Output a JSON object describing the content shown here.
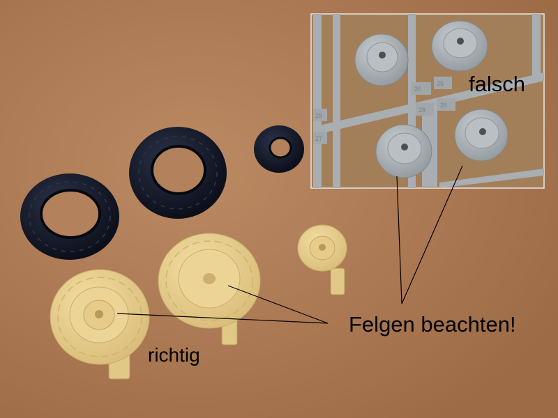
{
  "photo": {
    "labels": {
      "falsch": "falsch",
      "felgen_beachten": "Felgen beachten!",
      "richtig": "richtig"
    },
    "sprue_numbers": [
      "26",
      "25",
      "28",
      "26",
      "29",
      "27"
    ],
    "colors": {
      "board": "#b07c56",
      "tire_black": "#141a2c",
      "resin": "#e9d08e",
      "sprue_grey": "#a8aeb2",
      "inset_background": "#a37f59",
      "text": "#000000"
    }
  }
}
